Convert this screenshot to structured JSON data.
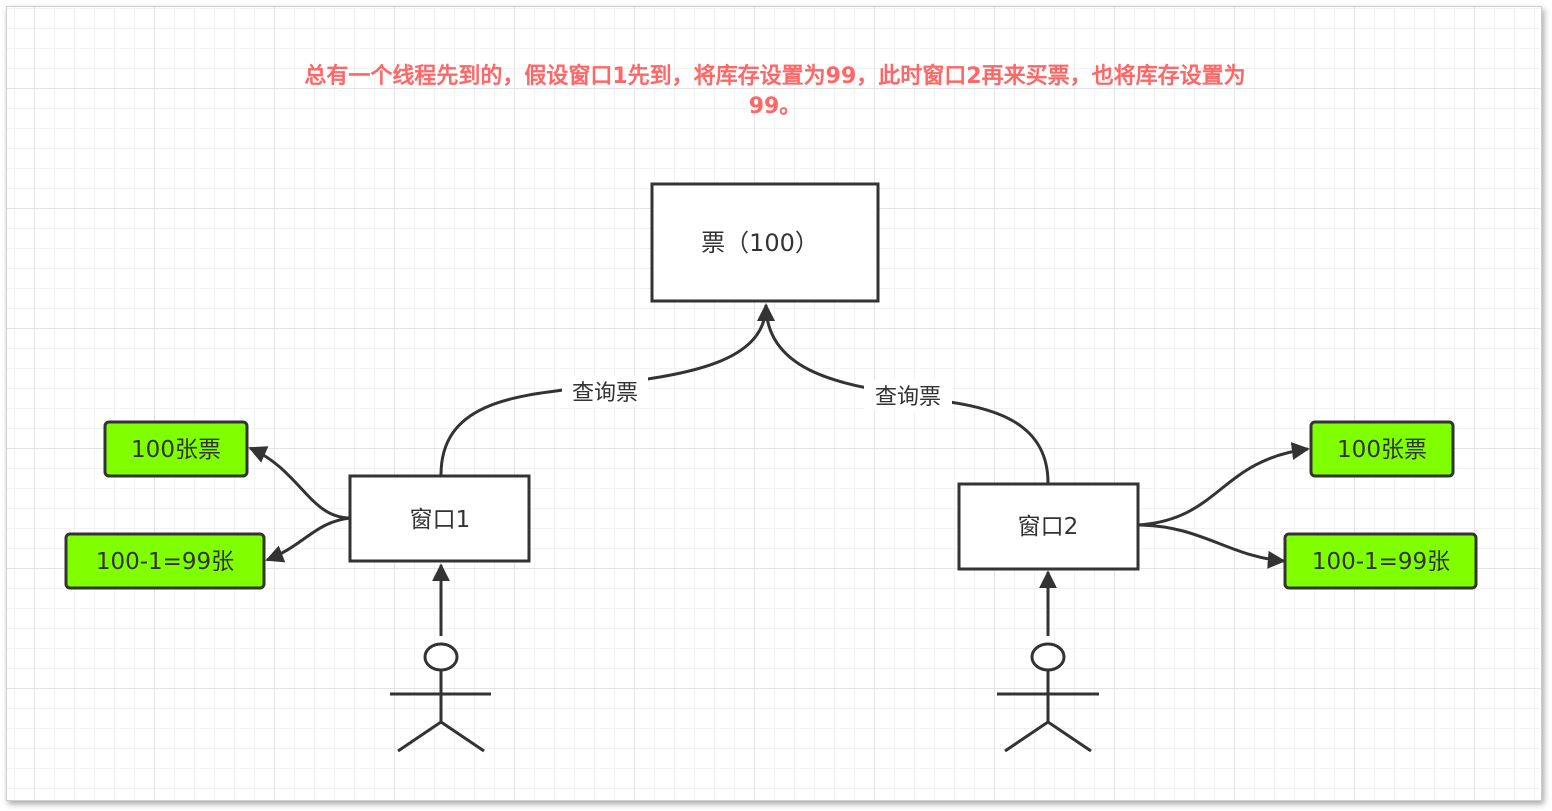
{
  "caption": "总有一个线程先到的，假设窗口1先到，将库存设置为99，此时窗口2再来买票，也将库存设置为99。",
  "ticket_box": {
    "label": "票（100）"
  },
  "window1": {
    "label": "窗口1",
    "edge_label": "查询票",
    "result_top": "100张票",
    "result_bottom": "100-1=99张"
  },
  "window2": {
    "label": "窗口2",
    "edge_label": "查询票",
    "result_top": "100张票",
    "result_bottom": "100-1=99张"
  },
  "colors": {
    "caption": "#ff6666",
    "result_fill": "#80ff00",
    "stroke": "#333333"
  }
}
